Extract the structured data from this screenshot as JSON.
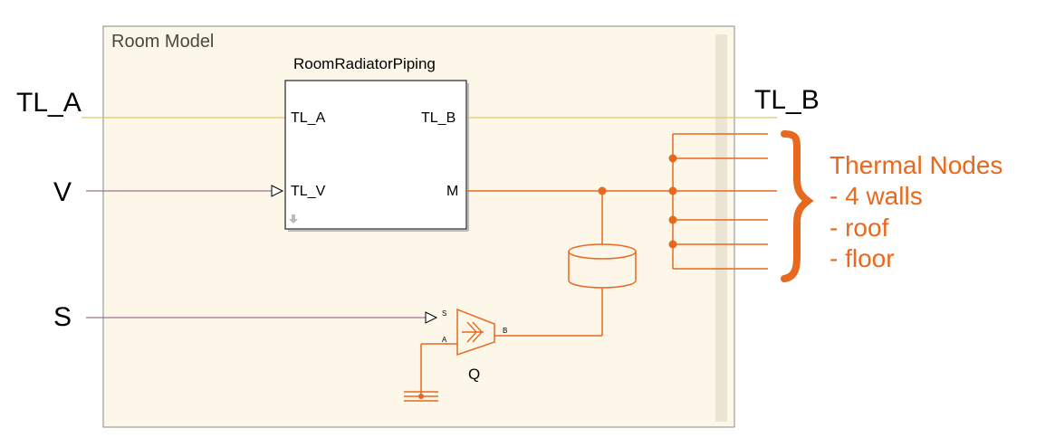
{
  "subsystem": {
    "title": "Room Model"
  },
  "block": {
    "title": "RoomRadiatorPiping",
    "ports": {
      "tl_a": "TL_A",
      "tl_b": "TL_B",
      "tl_v": "TL_V",
      "m": "M"
    }
  },
  "external_ports": {
    "tl_a": "TL_A",
    "tl_b": "TL_B",
    "v": "V",
    "s": "S"
  },
  "valve": {
    "label": "Q",
    "port_s": "S",
    "port_a": "A",
    "port_b": "B"
  },
  "thermal_nodes": {
    "title": "Thermal Nodes",
    "items": [
      "- 4 walls",
      "- roof",
      "- floor"
    ]
  },
  "colors": {
    "thermal": "#e8691d",
    "thermal_liquid": "#e8c66a",
    "signal": "#a0748c",
    "subsystem_fill": "#fdf7e9",
    "subsystem_border": "#8a8a8a",
    "bus_bar": "#ebe5d4"
  }
}
